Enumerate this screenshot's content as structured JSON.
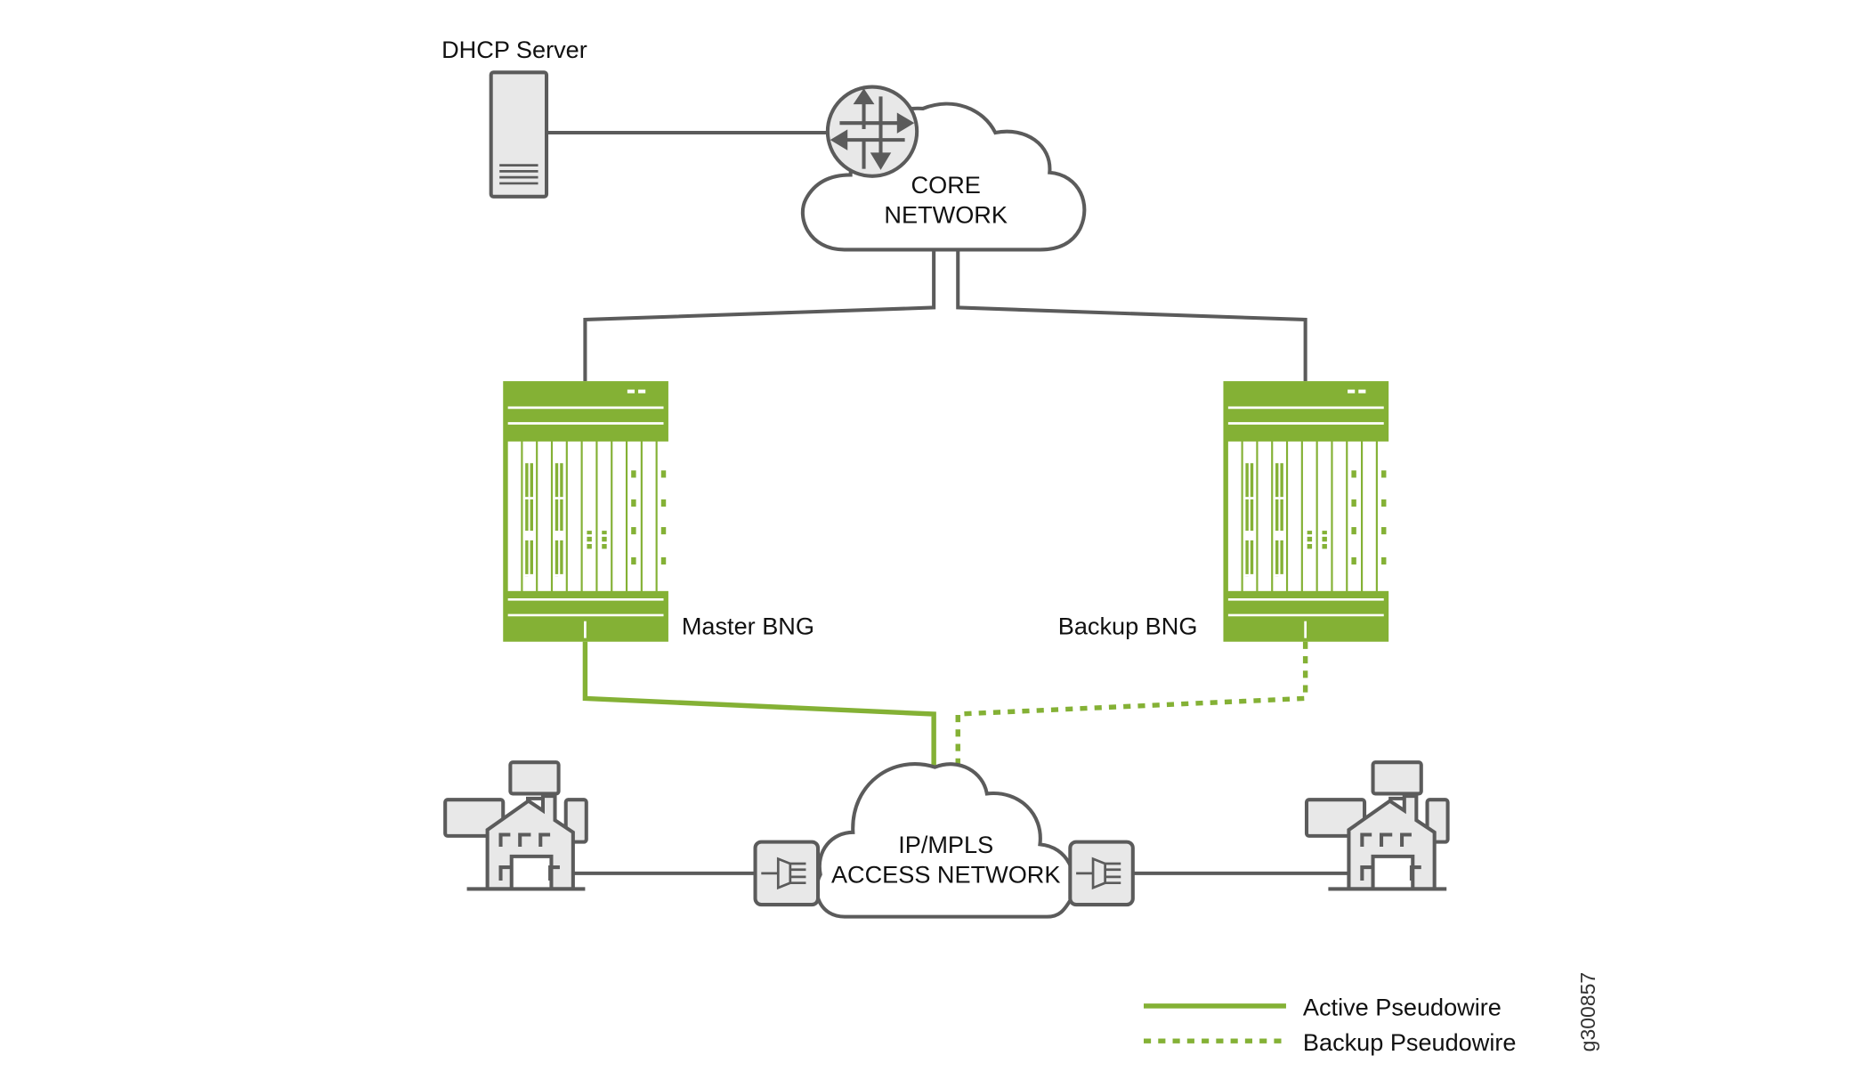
{
  "diagram": {
    "nodes": {
      "dhcp_server": {
        "label": "DHCP Server"
      },
      "core_network": {
        "line1": "CORE",
        "line2": "NETWORK"
      },
      "master_bng": {
        "label": "Master BNG"
      },
      "backup_bng": {
        "label": "Backup BNG"
      },
      "access_network": {
        "line1": "IP/MPLS",
        "line2": "ACCESS NETWORK"
      },
      "subscriber_left": {
        "label": ""
      },
      "subscriber_right": {
        "label": ""
      }
    },
    "legend": {
      "items": [
        {
          "label": "Active Pseudowire",
          "style": "solid"
        },
        {
          "label": "Backup Pseudowire",
          "style": "dotted"
        }
      ]
    },
    "figure_id": "g300857",
    "colors": {
      "accent": "#84b135",
      "stroke": "#5b5b5b",
      "fill_light": "#e8e8e8"
    }
  }
}
